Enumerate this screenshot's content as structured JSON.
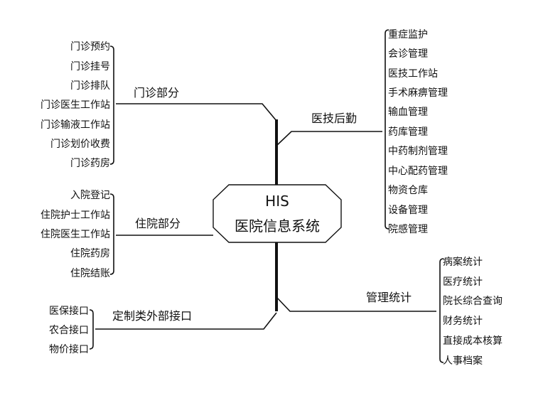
{
  "center": {
    "line1": "HIS",
    "line2": "医院信息系统"
  },
  "branches": {
    "outpatient": {
      "label": "门诊部分",
      "items": [
        "门诊预约",
        "门诊挂号",
        "门诊排队",
        "门诊医生工作站",
        "门诊输液工作站",
        "门诊划价收费",
        "门诊药房"
      ]
    },
    "inpatient": {
      "label": "住院部分",
      "items": [
        "入院登记",
        "住院护士工作站",
        "住院医生工作站",
        "住院药房",
        "住院结账"
      ]
    },
    "interface": {
      "label": "定制类外部接口",
      "items": [
        "医保接口",
        "农合接口",
        "物价接口"
      ]
    },
    "medtech": {
      "label": "医技后勤",
      "items": [
        "重症监护",
        "会诊管理",
        "医技工作站",
        "手术麻痹管理",
        "输血管理",
        "药库管理",
        "中药制剂管理",
        "中心配药管理",
        "物资仓库",
        "设备管理",
        "院感管理"
      ]
    },
    "management": {
      "label": "管理统计",
      "items": [
        "病案统计",
        "医疗统计",
        "院长综合查询",
        "财务统计",
        "直接成本核算",
        "人事档案"
      ]
    }
  }
}
